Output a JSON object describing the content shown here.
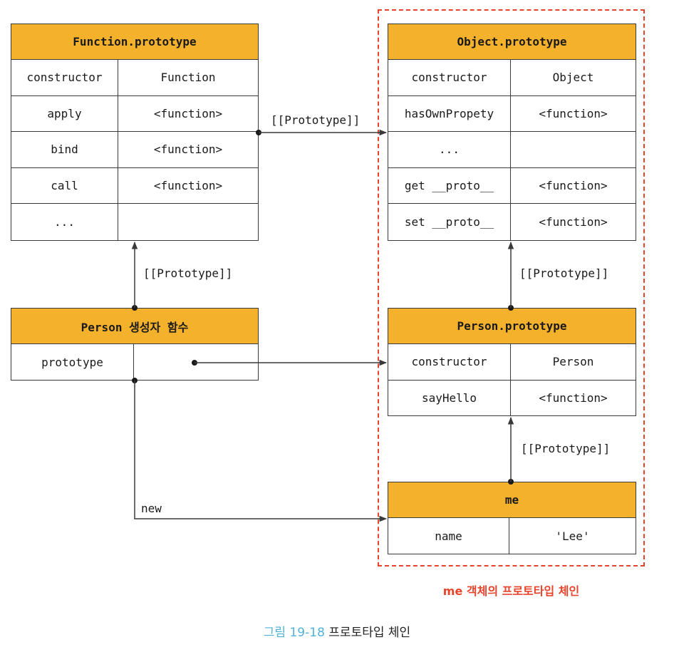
{
  "function_prototype": {
    "title": "Function.prototype",
    "rows": [
      {
        "key": "constructor",
        "value": "Function"
      },
      {
        "key": "apply",
        "value": "<function>"
      },
      {
        "key": "bind",
        "value": "<function>"
      },
      {
        "key": "call",
        "value": "<function>"
      },
      {
        "key": "...",
        "value": ""
      }
    ]
  },
  "object_prototype": {
    "title": "Object.prototype",
    "rows": [
      {
        "key": "constructor",
        "value": "Object"
      },
      {
        "key": "hasOwnPropety",
        "value": "<function>"
      },
      {
        "key": "...",
        "value": ""
      },
      {
        "key": "get __proto__",
        "value": "<function>"
      },
      {
        "key": "set __proto__",
        "value": "<function>"
      }
    ]
  },
  "person_constructor": {
    "title": "Person 생성자 함수",
    "rows": [
      {
        "key": "prototype",
        "value": ""
      }
    ]
  },
  "person_prototype": {
    "title": "Person.prototype",
    "rows": [
      {
        "key": "constructor",
        "value": "Person"
      },
      {
        "key": "sayHello",
        "value": "<function>"
      }
    ]
  },
  "me": {
    "title": "me",
    "rows": [
      {
        "key": "name",
        "value": "'Lee'"
      }
    ]
  },
  "labels": {
    "proto_function_to_object": "[[Prototype]]",
    "proto_person_to_function": "[[Prototype]]",
    "proto_personproto_to_object": "[[Prototype]]",
    "proto_me_to_personproto": "[[Prototype]]",
    "new": "new"
  },
  "chain_title": "me 객체의 프로토타입 체인",
  "caption": {
    "number": "그림 19-18",
    "text": "프로토타입 체인"
  },
  "colors": {
    "header": "#f4b12c",
    "border": "#3a3a3a",
    "chain": "#e8442c",
    "caption_number": "#4fb3d9"
  }
}
